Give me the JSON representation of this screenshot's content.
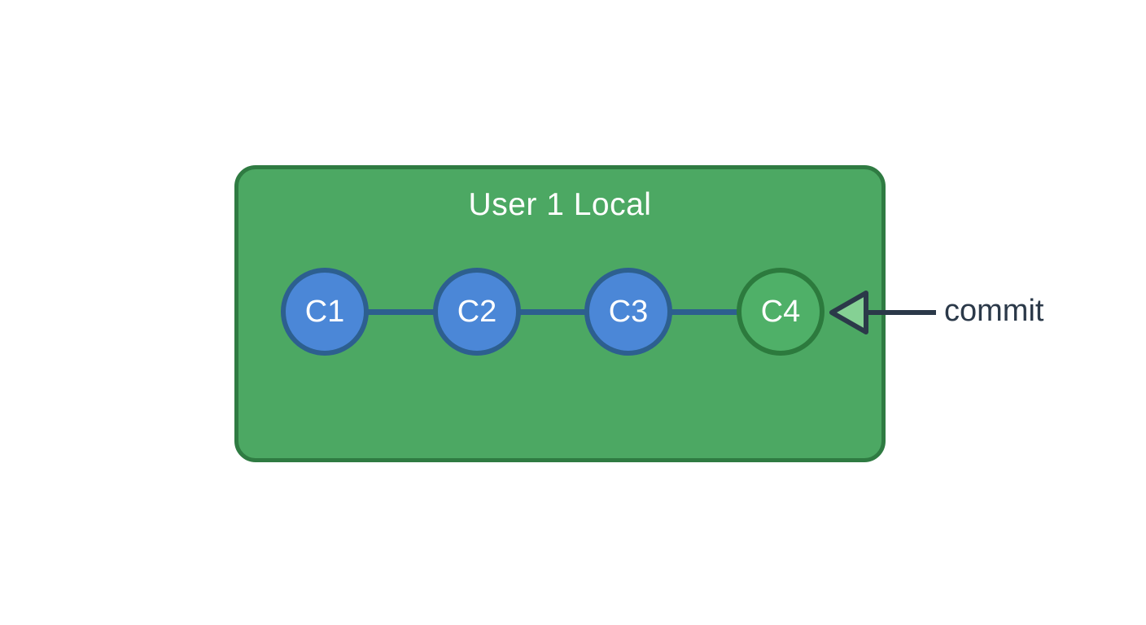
{
  "diagram": {
    "title": "User 1 Local",
    "commits": [
      {
        "label": "C1",
        "variant": "blue"
      },
      {
        "label": "C2",
        "variant": "blue"
      },
      {
        "label": "C3",
        "variant": "blue"
      },
      {
        "label": "C4",
        "variant": "green"
      }
    ],
    "annotation": {
      "label": "commit",
      "points_to": "C4"
    }
  },
  "colors": {
    "page_bg": "#ffffff",
    "box_fill": "#4ca863",
    "box_border": "#2f7b42",
    "commit_fill": "#4b87d7",
    "commit_border": "#2d5f8f",
    "connector": "#2d5f8f",
    "new_commit_fill": "#4fb068",
    "new_commit_border": "#2c7a3d",
    "arrow": "#2b3949",
    "arrowhead_fill": "#85d194",
    "text_light": "#ffffff",
    "text_dark": "#2b3949"
  }
}
